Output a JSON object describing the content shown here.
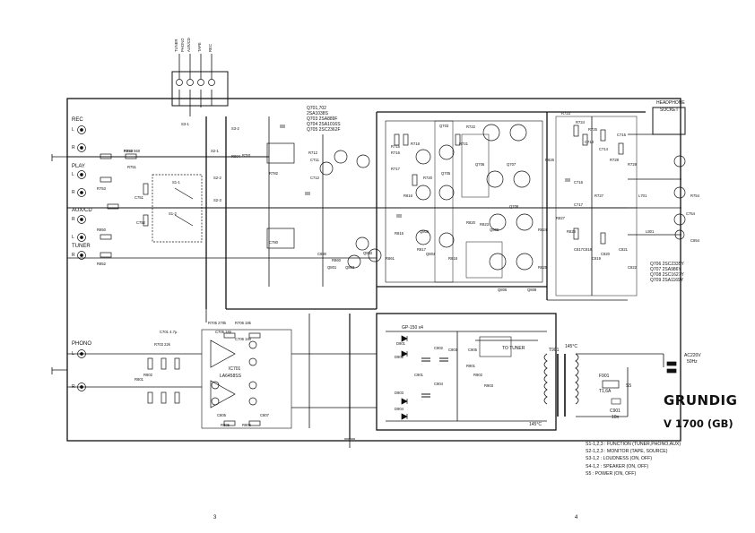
{
  "sheet": {
    "brand": "GRUNDIG",
    "model": "V 1700 (GB)",
    "page_left": "3",
    "page_right": "4"
  },
  "legend": [
    "S1-1,2,3 : FUNCTION (TUNER,PHONO,AUX)",
    "S2-1,2,3 : MONITOR (TAPE, SOURCE)",
    "S3-1,2   : LOUDNESS (ON, OFF)",
    "S4-1,2   : SPEAKER (ON, OFF)",
    "S5       : POWER (ON, OFF)"
  ],
  "inputs": {
    "rec": "REC",
    "play": "PLAY",
    "aux": "AUX/CD",
    "tuner": "TUNER",
    "phono": "PHONO",
    "ch_l": "L",
    "ch_r": "R"
  },
  "labels": {
    "headphone": "HEADPHONE",
    "socket": "SOCKET",
    "mains": "AC220V",
    "mains_hz": "50Hz",
    "tuner_supply": "TO TUNER",
    "ic": "IC701",
    "ic_type": "LA6458SS",
    "fuse": "F901",
    "fuse_val": "T1,6A",
    "s5": "S5",
    "c901": "C901",
    "c901_val": "10n",
    "t901": "T901",
    "thermal_a": "145°C",
    "thermal_b": "145°C",
    "gp": "GP-150 x4",
    "q_list_top": [
      "Q701,702",
      "2SA1038S",
      "Q703 2SA889F",
      "Q704 2SA1016S",
      "Q705 2SC2362F"
    ],
    "q_list_bottom": [
      "Q706 2SC2335Y",
      "Q707 2SA986Y",
      "Q708 2SC1627Y",
      "Q709 2SA1169Y"
    ],
    "functions": [
      "TUNER",
      "PHONO",
      "AUX/CD",
      "TAPE",
      "REC"
    ],
    "parts": [
      "R752 560",
      "R751",
      "R753",
      "R850",
      "R852",
      "C751",
      "C752",
      "S1-1",
      "S1-2",
      "S2-1",
      "S2-2",
      "S2-3",
      "S3-1",
      "S3-2",
      "C701 4.7µ",
      "R703 22k",
      "R705 270k",
      "R706 18k",
      "C705 18n",
      "C706 18n",
      "R801",
      "R802",
      "C805",
      "C807",
      "R805",
      "R806",
      "Q801",
      "Q802",
      "Q803",
      "Q804",
      "Q805",
      "Q806",
      "Q808",
      "Q809",
      "Q703",
      "Q705",
      "Q706",
      "Q707",
      "Q708",
      "R712",
      "CT11",
      "C712",
      "R716",
      "R715",
      "R717",
      "R718",
      "R720",
      "R721",
      "R722",
      "R723",
      "R724",
      "R725",
      "C713",
      "C714",
      "C715",
      "C716",
      "C717",
      "R727",
      "R728",
      "R729",
      "R754",
      "C754",
      "C854",
      "L701",
      "L801",
      "D901",
      "D902",
      "D903",
      "D904",
      "C901",
      "C902",
      "C903",
      "C904",
      "C905",
      "R901",
      "R902",
      "R903",
      "R904",
      "R781",
      "R782",
      "C780",
      "C880",
      "R860",
      "R861",
      "R815",
      "R816",
      "R817",
      "R818",
      "R820",
      "R823",
      "R824",
      "R825",
      "R826",
      "R827",
      "R828",
      "C817",
      "C818",
      "C819",
      "C820",
      "C821",
      "C822",
      "R829"
    ]
  }
}
